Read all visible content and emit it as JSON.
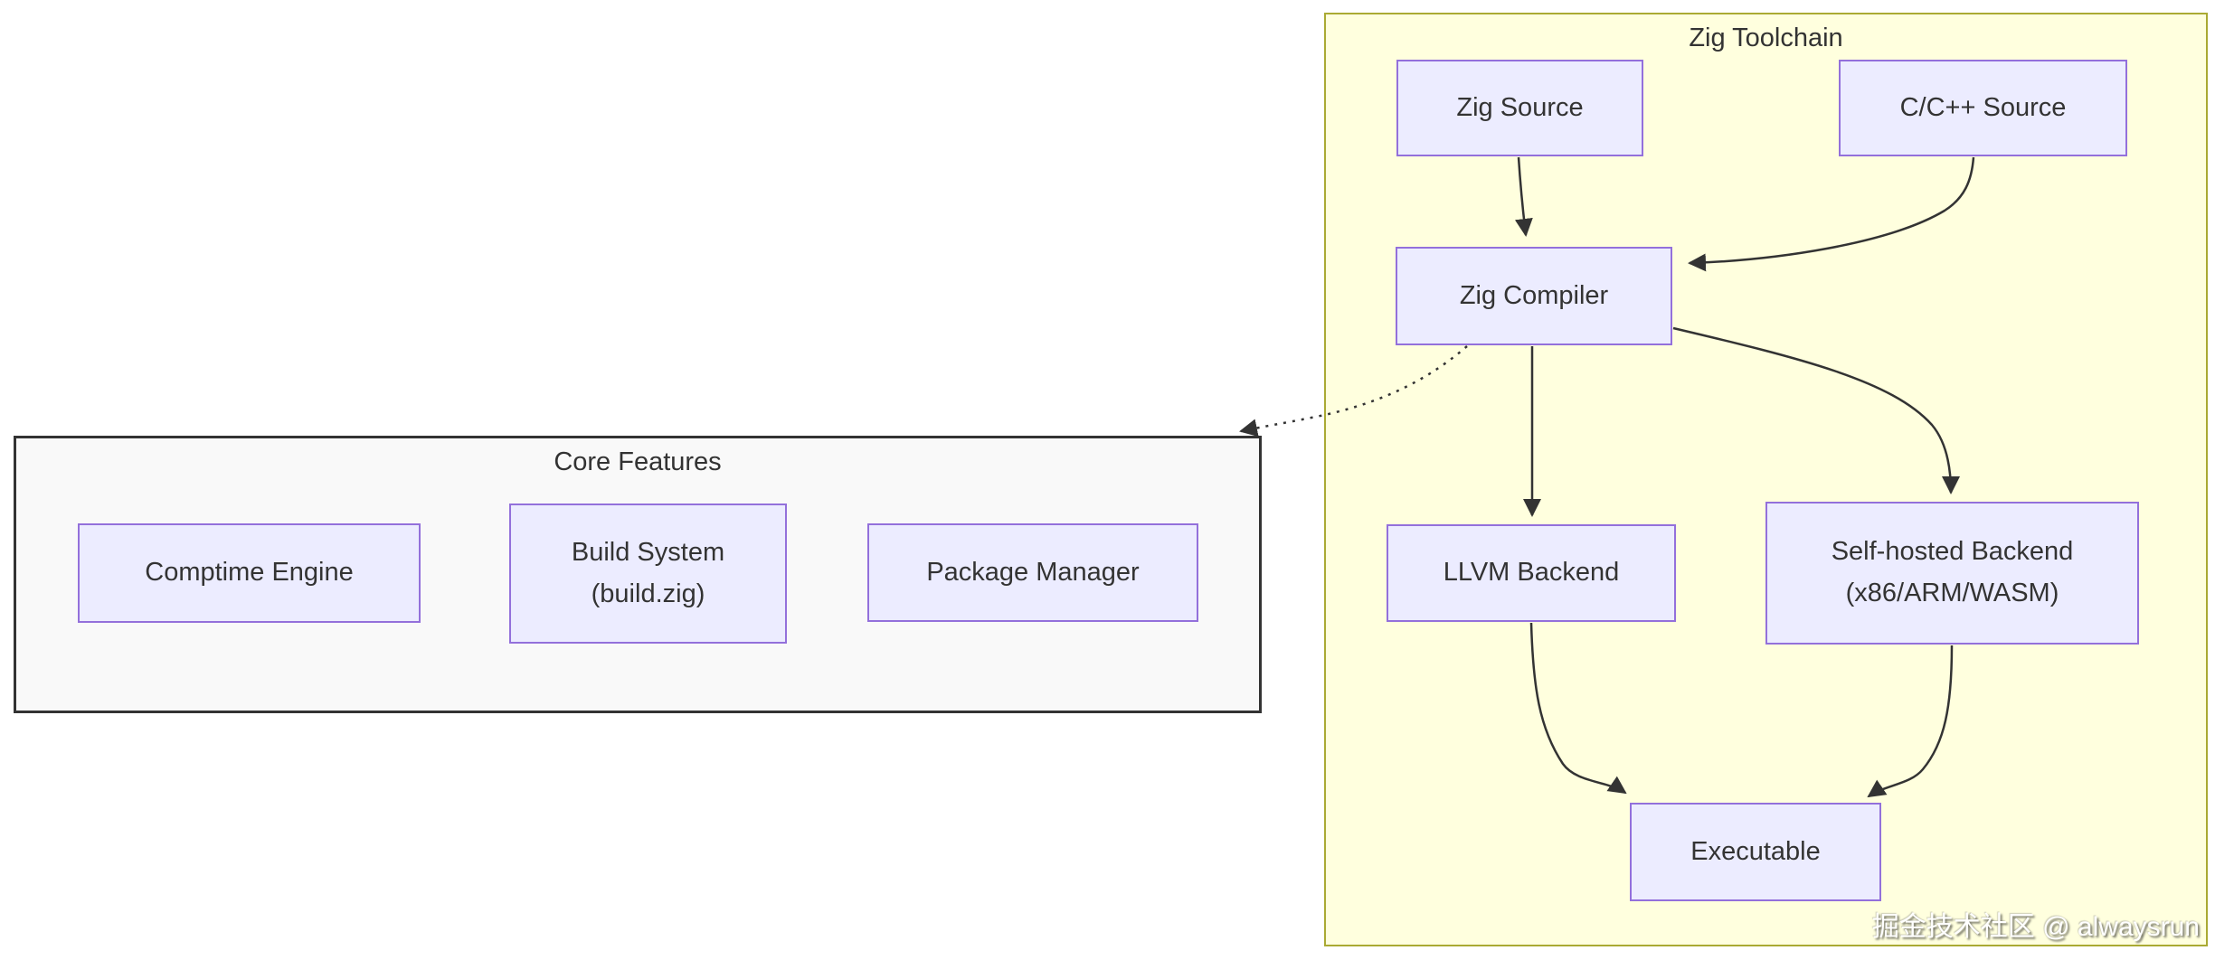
{
  "diagram": {
    "toolchain_cluster": {
      "title": "Zig Toolchain"
    },
    "core_cluster": {
      "title": "Core Features"
    },
    "nodes": {
      "zig_source": {
        "label": "Zig Source"
      },
      "cpp_source": {
        "label": "C/C++ Source"
      },
      "zig_compiler": {
        "label": "Zig Compiler"
      },
      "llvm_backend": {
        "label": "LLVM Backend"
      },
      "selfhosted_backend": {
        "line1": "Self-hosted Backend",
        "line2": "(x86/ARM/WASM)"
      },
      "executable": {
        "label": "Executable"
      },
      "comptime_engine": {
        "label": "Comptime Engine"
      },
      "build_system": {
        "line1": "Build System",
        "line2": "(build.zig)"
      },
      "package_manager": {
        "label": "Package Manager"
      }
    },
    "edges": [
      {
        "from": "Zig Source",
        "to": "Zig Compiler",
        "style": "solid"
      },
      {
        "from": "C/C++ Source",
        "to": "Zig Compiler",
        "style": "solid"
      },
      {
        "from": "Zig Compiler",
        "to": "LLVM Backend",
        "style": "solid"
      },
      {
        "from": "Zig Compiler",
        "to": "Self-hosted Backend (x86/ARM/WASM)",
        "style": "solid"
      },
      {
        "from": "LLVM Backend",
        "to": "Executable",
        "style": "solid"
      },
      {
        "from": "Self-hosted Backend (x86/ARM/WASM)",
        "to": "Executable",
        "style": "solid"
      },
      {
        "from": "Zig Compiler",
        "to": "Core Features",
        "style": "dotted"
      }
    ],
    "colors": {
      "node_fill": "#ECECFF",
      "node_border": "#9370DB",
      "toolchain_fill": "#FFFFDE",
      "toolchain_border": "#AAAA33",
      "core_fill": "#F9F9F9",
      "core_border": "#333333",
      "edge": "#333333",
      "text": "#333333"
    }
  },
  "watermark": {
    "text": "掘金技术社区 @ alwaysrun"
  }
}
